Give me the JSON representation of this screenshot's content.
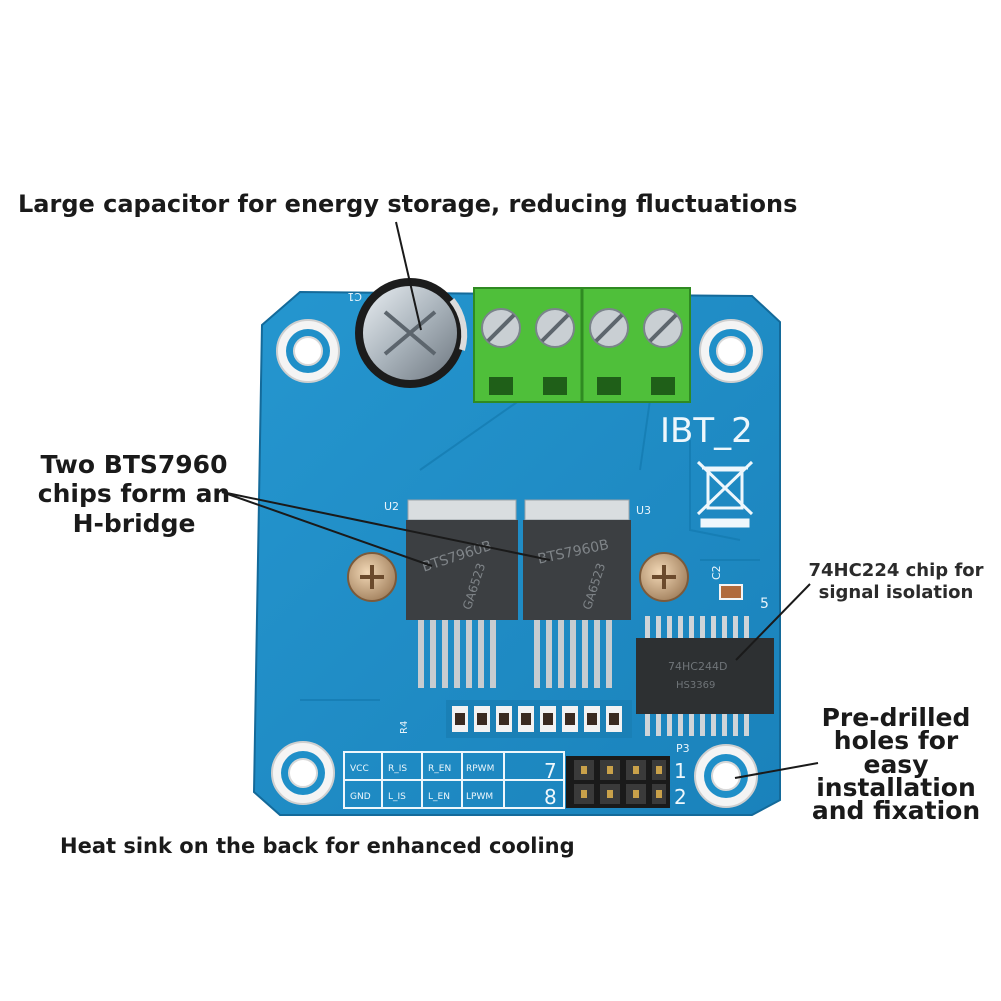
{
  "annotations": {
    "capacitor": "Large capacitor for energy storage, reducing fluctuations",
    "bts_chips": [
      "Two BTS7960",
      "chips form an",
      "H-bridge"
    ],
    "hc_chip": [
      "74HC224 chip for",
      "signal isolation"
    ],
    "holes": [
      "Pre-drilled",
      "holes for",
      "easy",
      "installation",
      "and fixation"
    ],
    "heat_sink": "Heat sink on the back for enhanced cooling"
  },
  "board": {
    "model": "IBT_2",
    "color": "#1f8fc8",
    "terminal_color": "#4fbf3a",
    "silkscreen": {
      "u2": "U2",
      "u3": "U3",
      "c1": "C1",
      "c2": "C2",
      "p3": "P3",
      "r4": "R4",
      "pin5": "5",
      "pin_row_top": [
        "VCC",
        "R_IS",
        "R_EN",
        "RPWM"
      ],
      "pin_row_bottom": [
        "GND",
        "L_IS",
        "L_EN",
        "LPWM"
      ],
      "pin_nums": [
        "7",
        "8",
        "1",
        "2"
      ]
    },
    "chips": {
      "bts_left": "BTS7960B",
      "bts_right": "BTS7960B",
      "bts_code": "GA6523",
      "hc": "74HC244D",
      "hc_code": "HS3369"
    }
  }
}
